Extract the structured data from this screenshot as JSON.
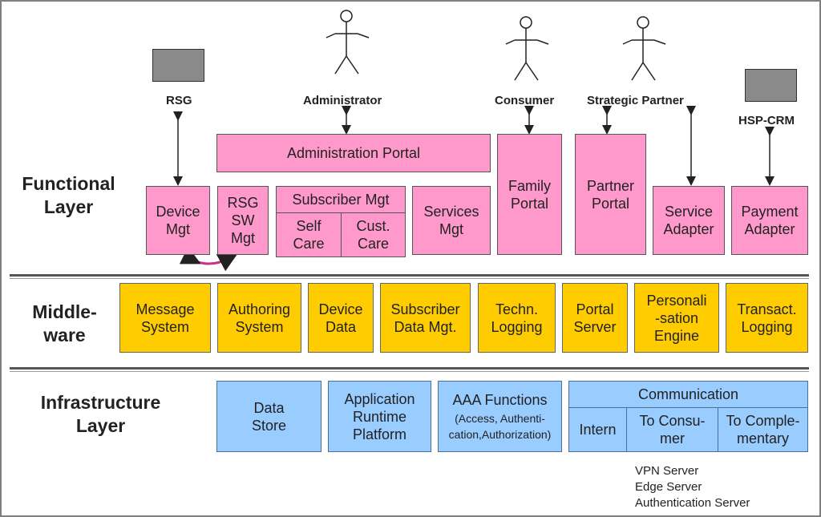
{
  "layers": {
    "functional": "Functional\nLayer",
    "middleware": "Middle-\nware",
    "infrastructure": "Infrastructure\nLayer"
  },
  "actors": {
    "rsg": "RSG",
    "administrator": "Administrator",
    "consumer": "Consumer",
    "strategic_partner": "Strategic Partner",
    "hsp_crm": "HSP-CRM"
  },
  "functional": {
    "administration_portal": "Administration Portal",
    "device_mgt": "Device\nMgt",
    "rsg_sw_mgt": "RSG\nSW\nMgt",
    "subscriber_mgt": "Subscriber Mgt",
    "self_care": "Self\nCare",
    "cust_care": "Cust.\nCare",
    "services_mgt": "Services\nMgt",
    "family_portal": "Family\nPortal",
    "partner_portal": "Partner\nPortal",
    "service_adapter": "Service\nAdapter",
    "payment_adapter": "Payment\nAdapter"
  },
  "middleware": {
    "message_system": "Message\nSystem",
    "authoring_system": "Authoring\nSystem",
    "device_data": "Device\nData",
    "subscriber_data_mgt": "Subscriber\nData Mgt.",
    "techn_logging": "Techn.\nLogging",
    "portal_server": "Portal\nServer",
    "personalisation_engine": "Personali\n-sation\nEngine",
    "transact_logging": "Transact.\nLogging"
  },
  "infrastructure": {
    "data_store": "Data\nStore",
    "application_runtime_platform": "Application\nRuntime\nPlatform",
    "aaa_title": "AAA Functions",
    "aaa_detail": "(Access, Authenti-\ncation,Authorization)",
    "communication": "Communication",
    "intern": "Intern",
    "to_consumer": "To Consu-\nmer",
    "to_complementary": "To Comple-\nmentary"
  },
  "notes": [
    "VPN Server",
    "Edge Server",
    "Authentication Server"
  ],
  "colors": {
    "functional_fill": "#ff99cc",
    "middleware_fill": "#ffcc00",
    "infrastructure_fill": "#99ccff",
    "device_fill": "#8a8a8a"
  }
}
